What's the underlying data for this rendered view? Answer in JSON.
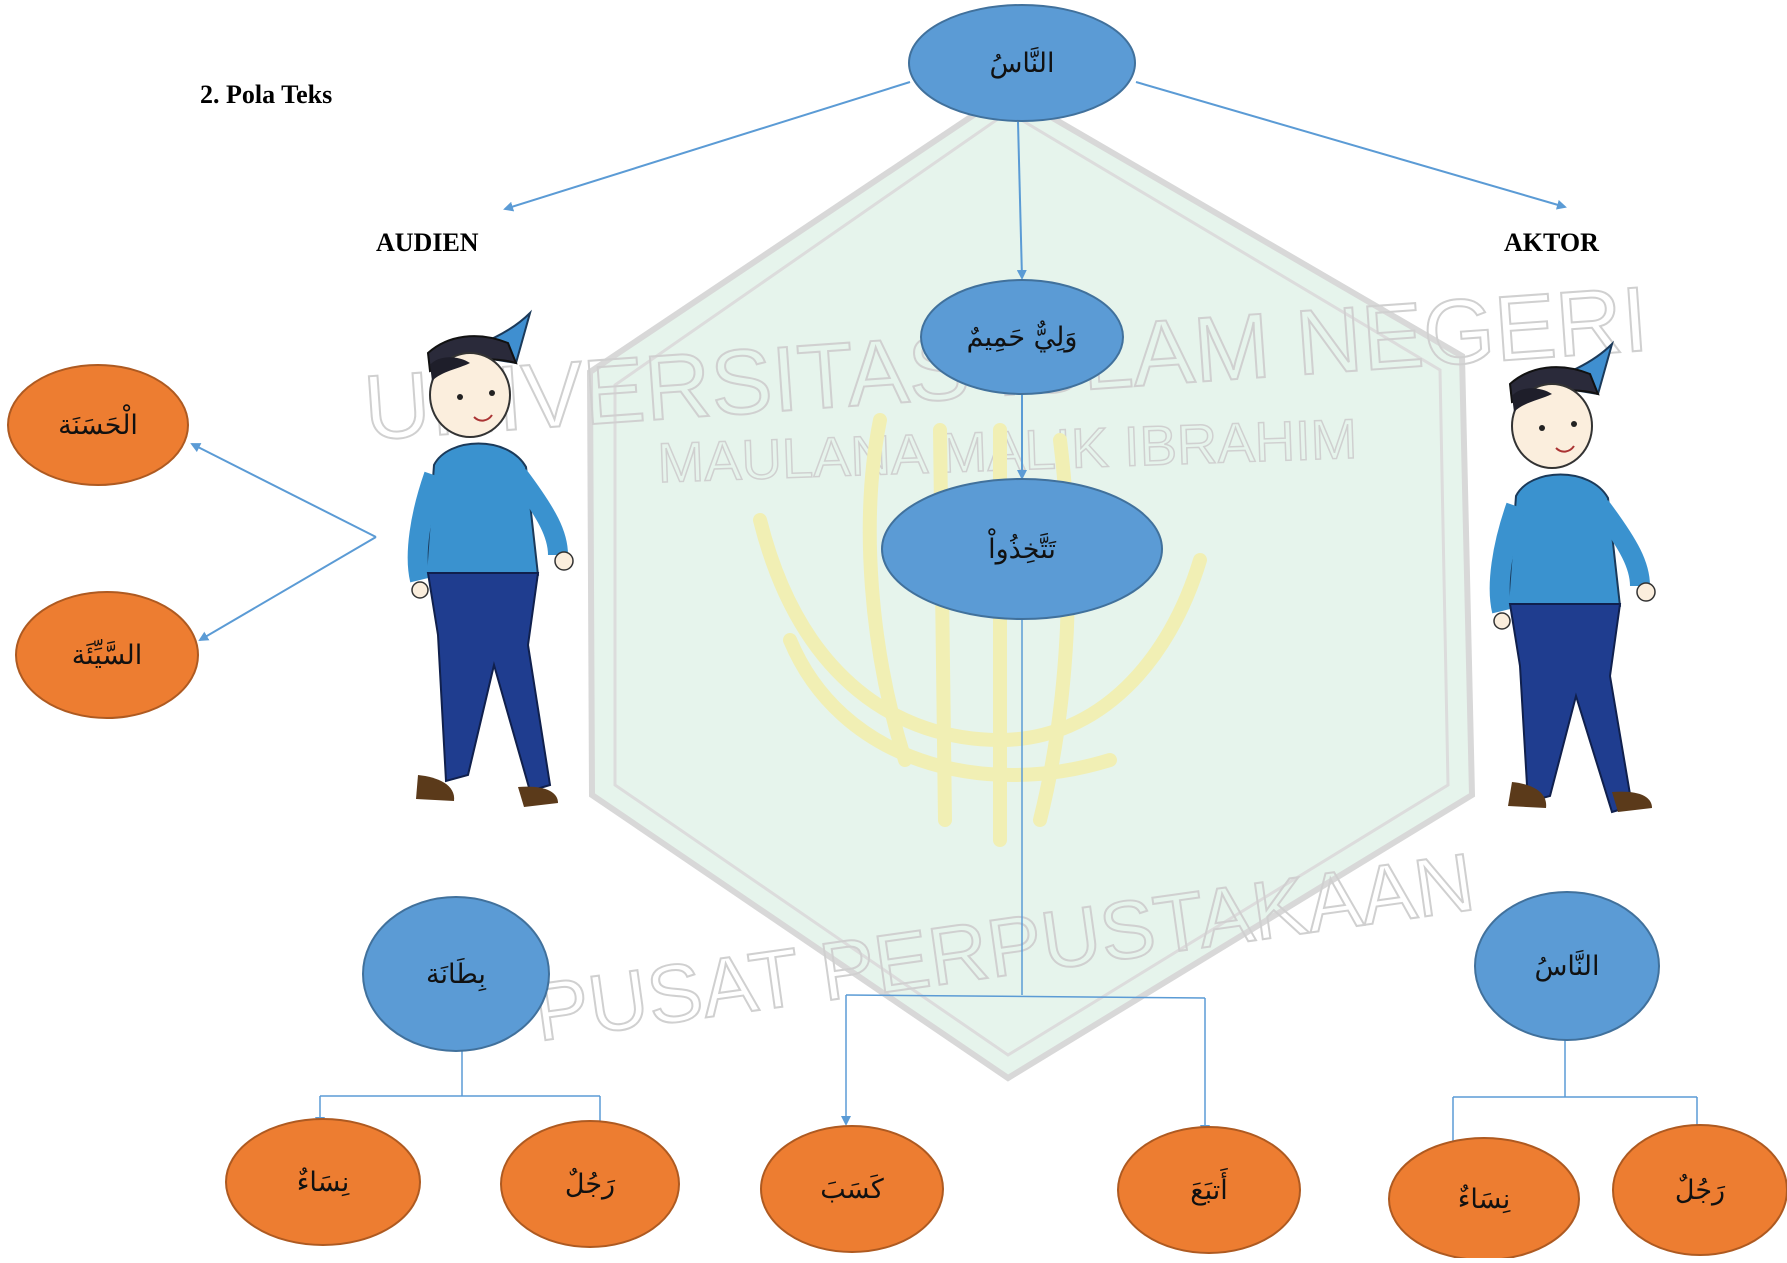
{
  "section_heading": "2.   Pola Teks",
  "labels": {
    "audien": "AUDIEN",
    "aktor": "AKTOR"
  },
  "watermark": {
    "university": "UNIVERSITAS ISLAM NEGERI",
    "name": "MAULANA MALIK IBRAHIM",
    "library": "PUSAT PERPUSTAKAAN"
  },
  "nodes": {
    "top": "النَّاسُ",
    "wali": "وَلِيٌّ حَمِيمٌ",
    "tattakhidhu": "تَتَّخِذُواْ",
    "hasanah": "الْحَسَنَة",
    "sayyiah": "السَّيِّئَة",
    "bitanah": "بِطَانَة",
    "annas_right": "النَّاسُ",
    "nisa_left": "نِسَاءٌ",
    "rajul_left": "رَجُلٌ",
    "kasaba": "كَسَبَ",
    "atbaa": "أَتبَعَ",
    "nisa_right": "نِسَاءٌ",
    "rajul_right": "رَجُلٌ"
  },
  "colors": {
    "blue_node": "#5b9bd5",
    "blue_stroke": "#41719c",
    "orange_node": "#ed7d31",
    "orange_stroke": "#ae5a21",
    "connector": "#5b9bd5",
    "watermark_green": "#e6f4ec",
    "watermark_gray": "#d8d8d8"
  }
}
